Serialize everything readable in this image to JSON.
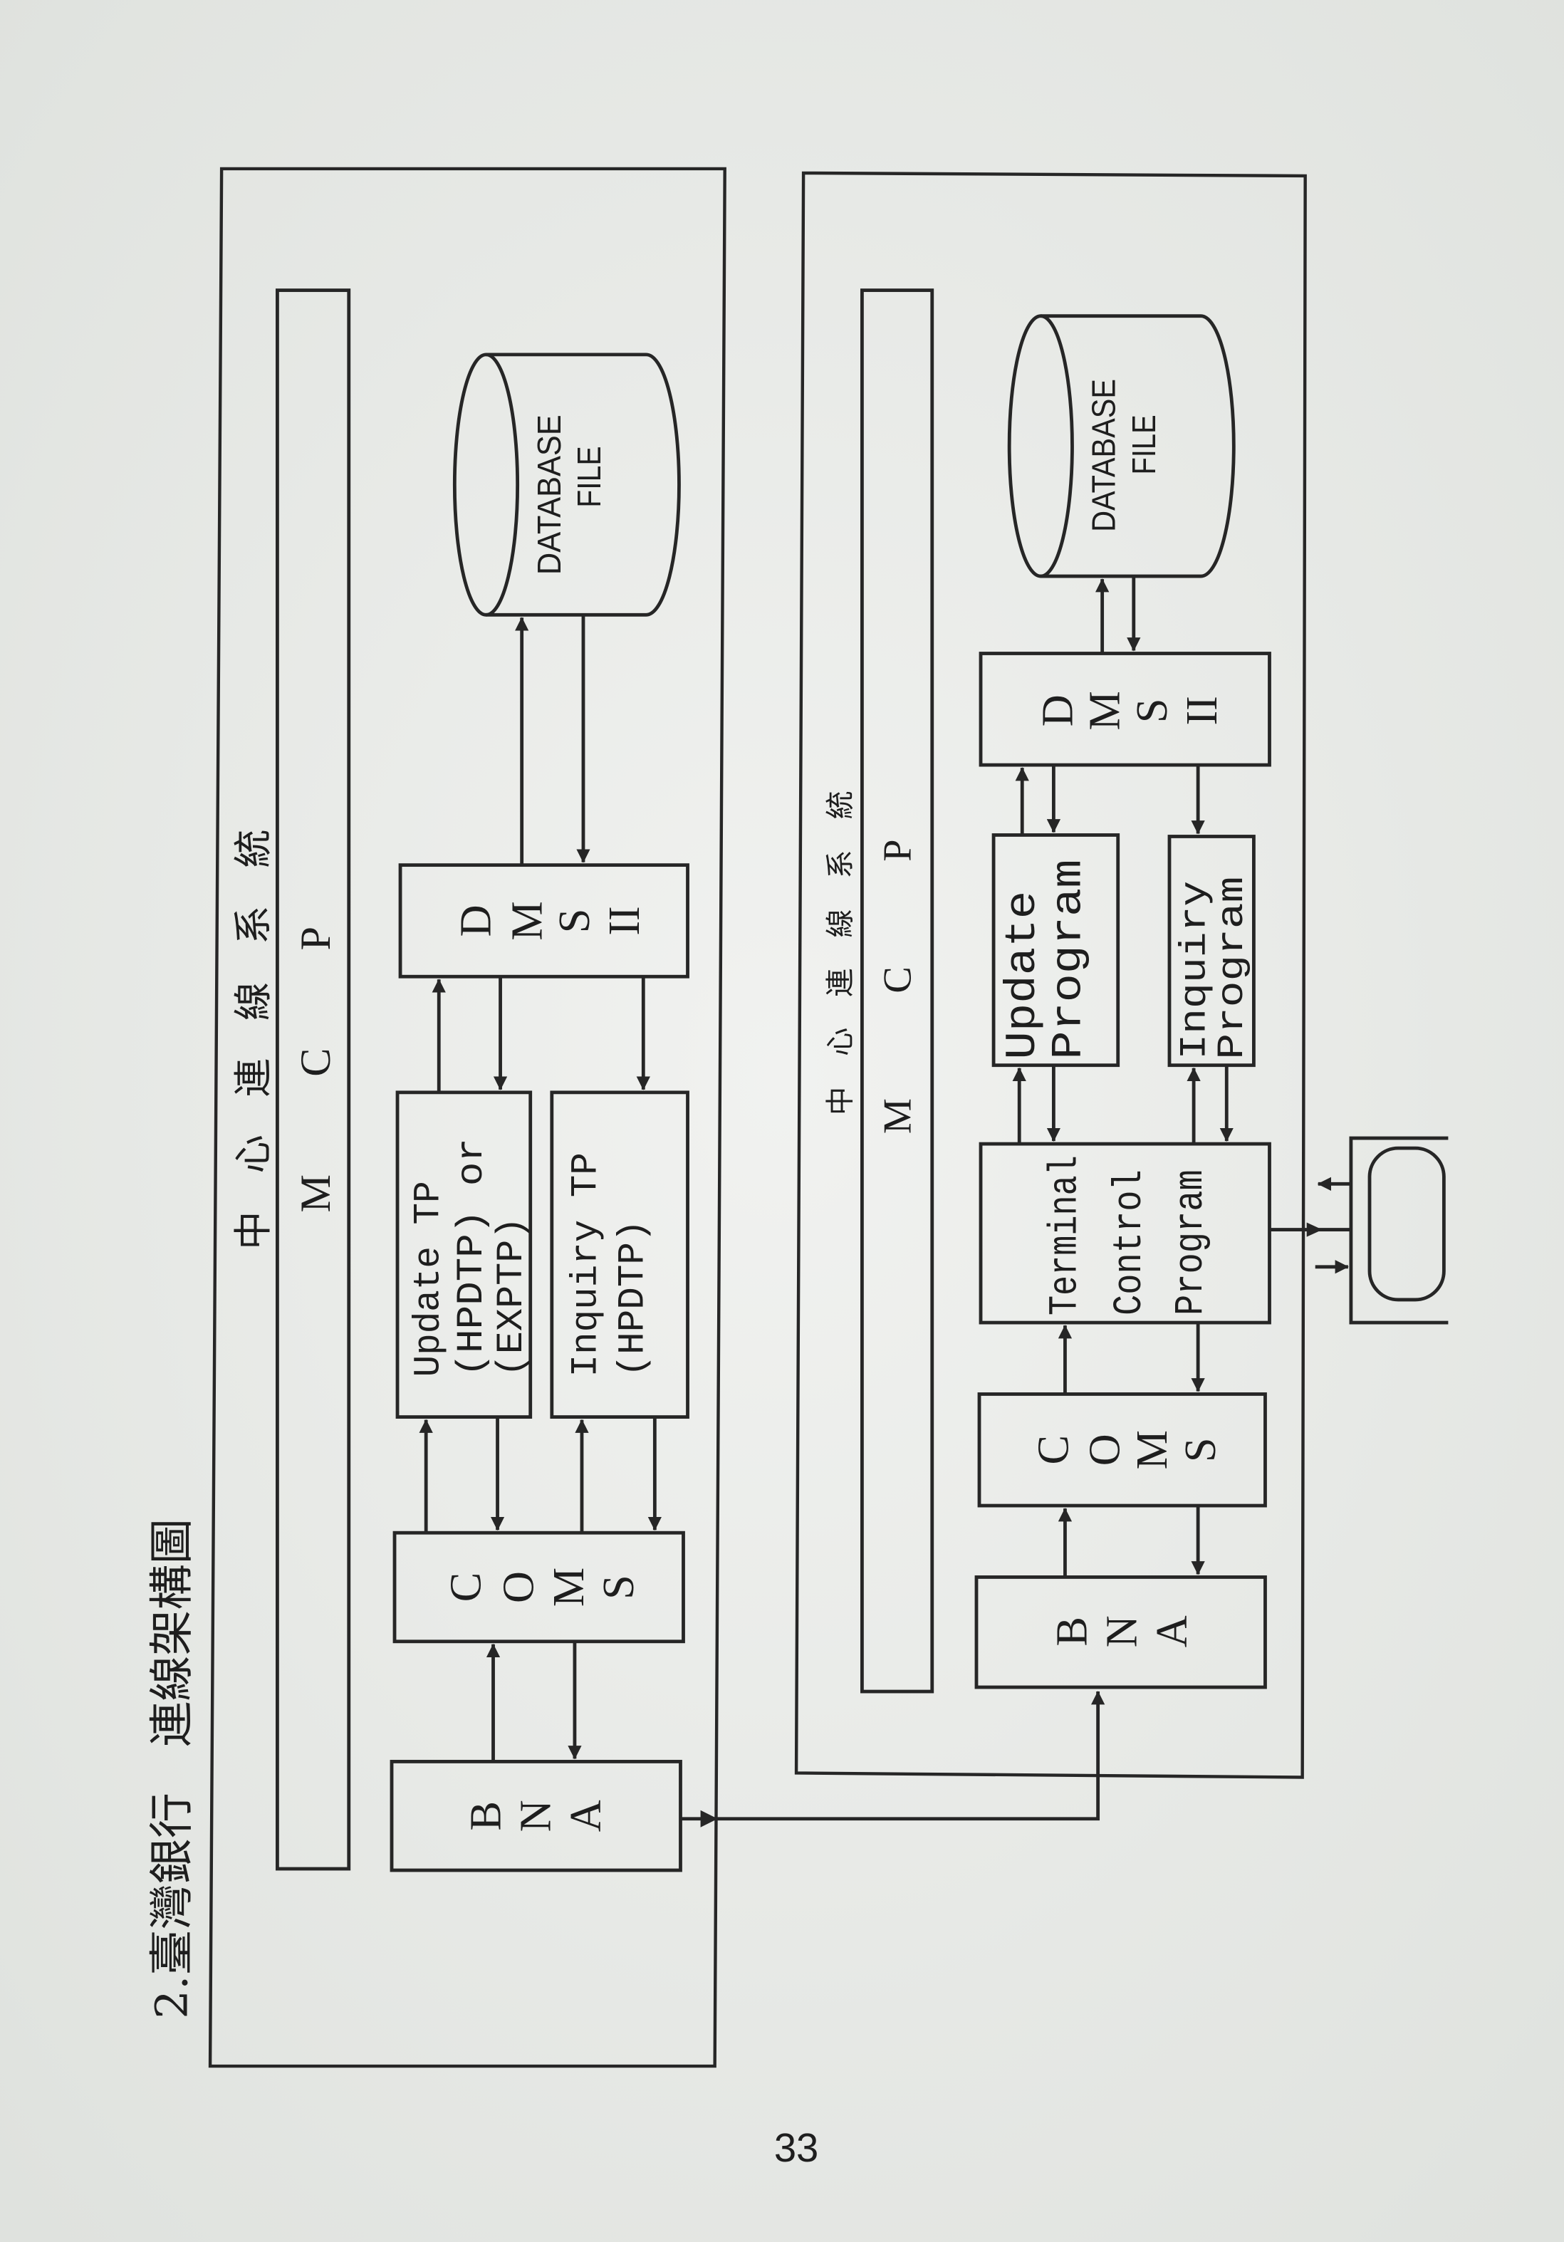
{
  "page": {
    "title": "2.臺灣銀行　連線架構圖",
    "page_number": "33"
  },
  "left_system": {
    "label": "中心連線系統",
    "mcp": "MCP",
    "database": [
      "DATABASE",
      "FILE"
    ],
    "dms": [
      "D",
      "M",
      "S",
      "II"
    ],
    "update_tp": [
      "Update TP",
      "(HPDTP) or",
      "(EXPTP)"
    ],
    "inquiry_tp": [
      "Inquiry TP",
      "(HPDTP)"
    ],
    "coms": [
      "C",
      "O",
      "M",
      "S"
    ],
    "bna": [
      "B",
      "N",
      "A"
    ]
  },
  "right_system": {
    "label": "中心連線系統",
    "mcp": "MCP",
    "database": [
      "DATABASE",
      "FILE"
    ],
    "dms": [
      "D",
      "M",
      "S",
      "II"
    ],
    "update_program": [
      "Update",
      "Program"
    ],
    "inquiry_program": [
      "Inquiry",
      "Program"
    ],
    "terminal_control_program": [
      "Terminal",
      "Control",
      "Program"
    ],
    "coms": [
      "C",
      "O",
      "M",
      "S"
    ],
    "bna": [
      "B",
      "N",
      "A"
    ]
  }
}
